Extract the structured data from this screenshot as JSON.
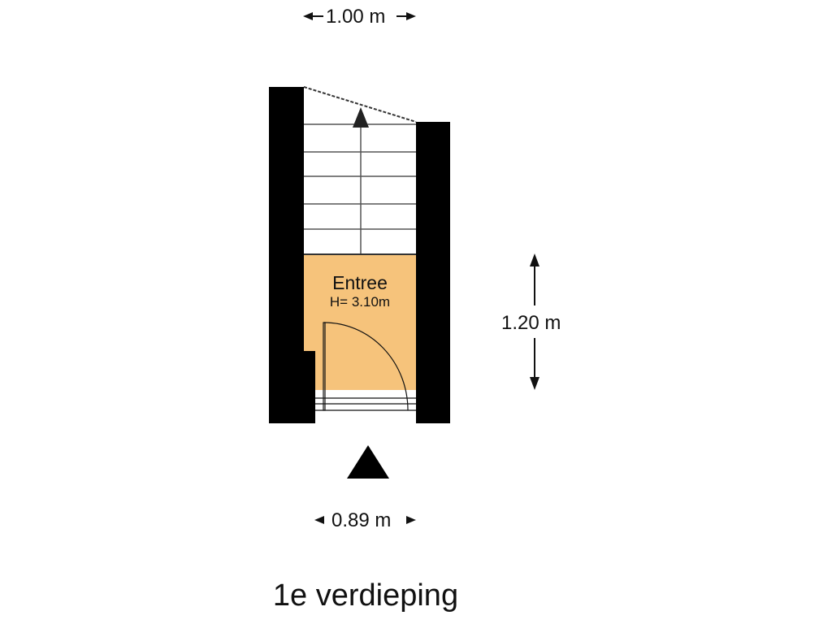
{
  "room": {
    "name": "Entree",
    "height": "H= 3.10m",
    "fill_color": "#f6c37b"
  },
  "dimensions": {
    "top_width": "1.00 m",
    "side_depth": "1.20 m",
    "bottom_width": "0.89 m"
  },
  "floor_title": "1e verdieping",
  "colors": {
    "wall": "#000000",
    "stair_line": "#555555"
  }
}
